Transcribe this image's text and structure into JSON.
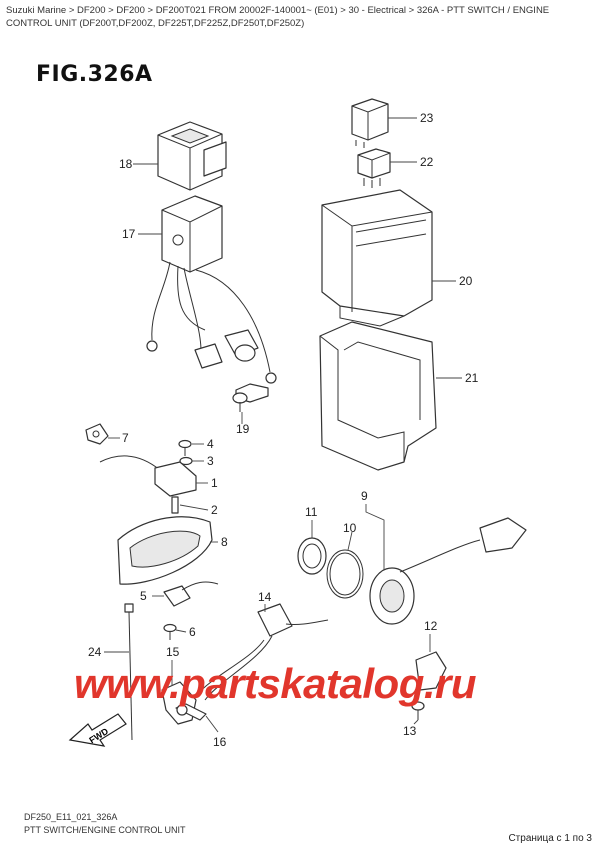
{
  "breadcrumb": "Suzuki Marine > DF200 > DF200 > DF200T021 FROM 20002F-140001~ (E01) > 30 - Electrical > 326A - PTT SWITCH / ENGINE CONTROL UNIT (DF200T,DF200Z, DF225T,DF225Z,DF250T,DF250Z)",
  "figure_title": "FIG.326A",
  "parts": {
    "p1": "1",
    "p2": "2",
    "p3": "3",
    "p4": "4",
    "p5": "5",
    "p6": "6",
    "p7": "7",
    "p8": "8",
    "p9": "9",
    "p10": "10",
    "p11": "11",
    "p12": "12",
    "p13": "13",
    "p14": "14",
    "p15": "15",
    "p16": "16",
    "p17": "17",
    "p18": "18",
    "p19": "19",
    "p20": "20",
    "p21": "21",
    "p22": "22",
    "p23": "23",
    "p24": "24"
  },
  "footer": {
    "code": "DF250_E11_021_326A",
    "caption": "PTT SWITCH/ENGINE CONTROL UNIT"
  },
  "watermark": "www.partskatalog.ru",
  "page_info": "Страница с 1 по 3",
  "fwd_label": "FWD"
}
